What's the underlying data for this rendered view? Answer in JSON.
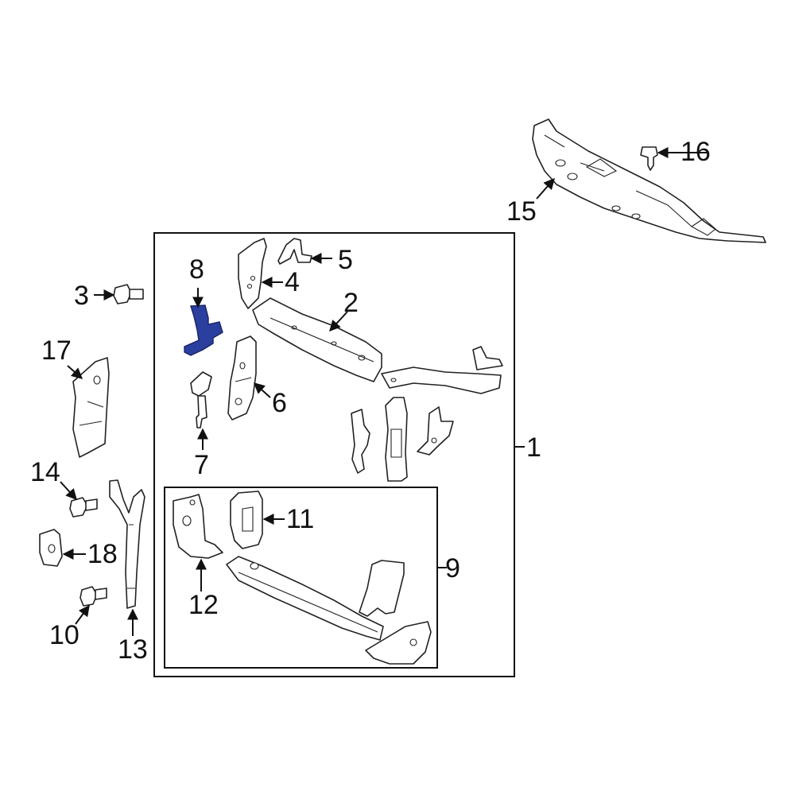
{
  "highlight_color": "#2a3f9e",
  "callouts": {
    "c1": "1",
    "c2": "2",
    "c3": "3",
    "c4": "4",
    "c5": "5",
    "c6": "6",
    "c7": "7",
    "c8": "8",
    "c9": "9",
    "c10": "10",
    "c11": "11",
    "c12": "12",
    "c13": "13",
    "c14": "14",
    "c15": "15",
    "c16": "16",
    "c17": "17",
    "c18": "18"
  }
}
